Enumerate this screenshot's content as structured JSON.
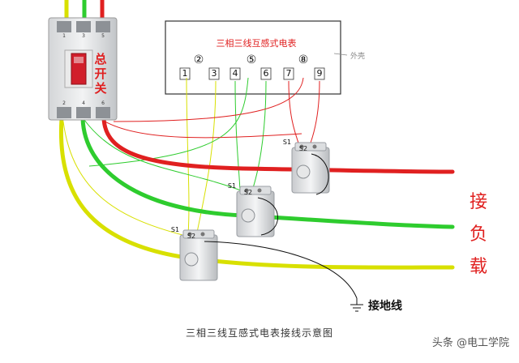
{
  "meter": {
    "title": "三相三线互感式电表",
    "housing_label": "外壳"
  },
  "terminals": [
    "1",
    "②",
    "3",
    "4",
    "⑤",
    "6",
    "7",
    "⑧",
    "9"
  ],
  "breaker": {
    "label_chars": [
      "总",
      "开",
      "关"
    ],
    "top_labels": [
      "1",
      "3",
      "5"
    ],
    "bottom_labels": [
      "2",
      "4",
      "6"
    ]
  },
  "ct_labels": {
    "s1": "S1",
    "s2": "S2"
  },
  "load_label_chars": [
    "接",
    "负",
    "载"
  ],
  "ground_label": "接地线",
  "caption": "三相三线互感式电表接线示意图",
  "watermark": "头条 @电工学院",
  "colors": {
    "phase_a": "#d8e000",
    "phase_b": "#2ecc2e",
    "phase_c": "#e02020",
    "thin_wire": "#888888",
    "load_text": "#e0201f"
  }
}
